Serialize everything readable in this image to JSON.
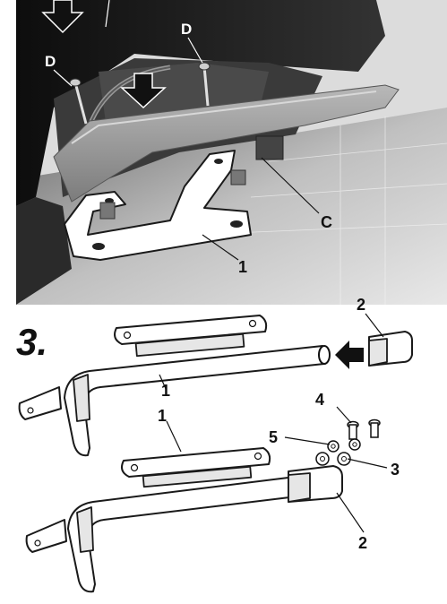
{
  "photo_panel": {
    "labels": {
      "d_left": "D",
      "d_right": "D",
      "c": "C",
      "bracket": "1"
    }
  },
  "assembly_panel": {
    "step_number": "3.",
    "labels": {
      "rail_upper": "1",
      "rail_lower": "1",
      "end_cap_upper": "2",
      "end_cap_lower": "2",
      "nut": "3",
      "screw": "4",
      "washer": "5"
    }
  },
  "colors": {
    "ink": "#111111",
    "photo_dark": "#2b2b2b",
    "photo_mid": "#8a8a8a",
    "photo_light": "#d9d9d9"
  }
}
